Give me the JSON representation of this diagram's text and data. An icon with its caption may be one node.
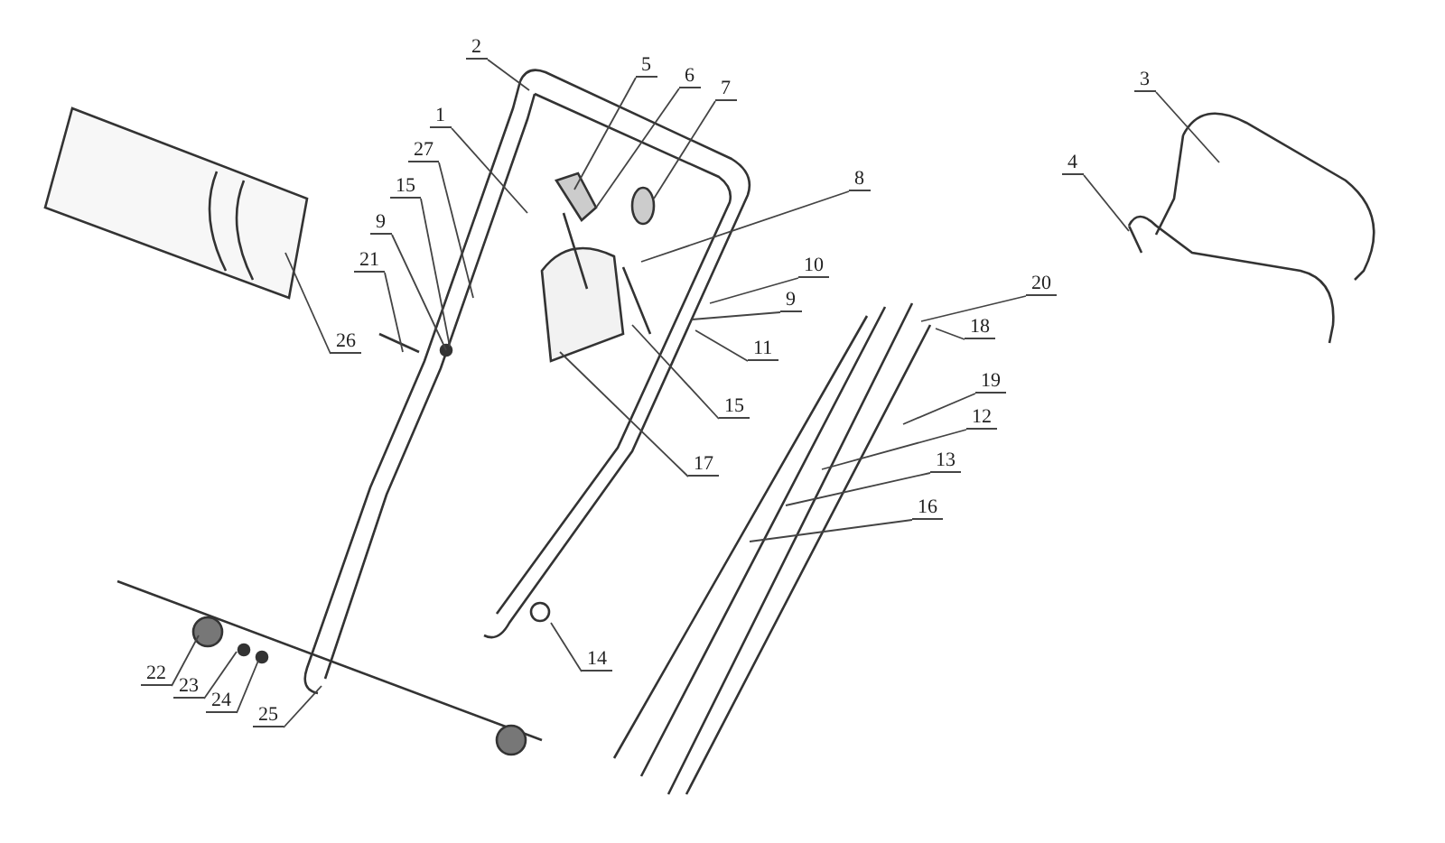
{
  "diagram": {
    "nodes": [
      {
        "text": [
          "2"
        ]
      },
      {
        "text": [
          "5"
        ]
      },
      {
        "text": [
          "6"
        ]
      },
      {
        "text": [
          "7"
        ]
      },
      {
        "text": [
          "3"
        ]
      },
      {
        "text": [
          "1"
        ]
      },
      {
        "text": [
          "27"
        ]
      },
      {
        "text": [
          "15"
        ]
      },
      {
        "text": [
          "4"
        ]
      },
      {
        "text": [
          "8"
        ]
      },
      {
        "text": [
          "9"
        ]
      },
      {
        "text": [
          "21"
        ]
      },
      {
        "text": [
          "10"
        ]
      },
      {
        "text": [
          "26"
        ]
      },
      {
        "text": [
          "9"
        ]
      },
      {
        "text": [
          "20"
        ]
      },
      {
        "text": [
          "18"
        ]
      },
      {
        "text": [
          "11"
        ]
      },
      {
        "text": [
          "19"
        ]
      },
      {
        "text": [
          "15"
        ]
      },
      {
        "text": [
          "12"
        ]
      },
      {
        "text": [
          "17"
        ]
      },
      {
        "text": [
          "13"
        ]
      },
      {
        "text": [
          "16"
        ]
      },
      {
        "text": [
          "14"
        ]
      },
      {
        "text": [
          "22"
        ]
      },
      {
        "text": [
          "23"
        ]
      },
      {
        "text": [
          "24"
        ]
      },
      {
        "text": [
          "25"
        ]
      }
    ],
    "edges": [
      {
        "from": 0,
        "to": null,
        "arrow": "none"
      },
      {
        "from": 1,
        "to": null,
        "arrow": "none"
      },
      {
        "from": 2,
        "to": null,
        "arrow": "none"
      },
      {
        "from": 3,
        "to": null,
        "arrow": "none"
      },
      {
        "from": 4,
        "to": null,
        "arrow": "none"
      },
      {
        "from": 5,
        "to": null,
        "arrow": "none"
      },
      {
        "from": 6,
        "to": null,
        "arrow": "none"
      },
      {
        "from": 7,
        "to": null,
        "arrow": "none"
      },
      {
        "from": 8,
        "to": null,
        "arrow": "none"
      },
      {
        "from": 9,
        "to": null,
        "arrow": "none"
      },
      {
        "from": 10,
        "to": null,
        "arrow": "none"
      },
      {
        "from": 11,
        "to": null,
        "arrow": "none"
      },
      {
        "from": 12,
        "to": null,
        "arrow": "none"
      },
      {
        "from": 13,
        "to": null,
        "arrow": "none"
      },
      {
        "from": 14,
        "to": null,
        "arrow": "none"
      },
      {
        "from": 15,
        "to": null,
        "arrow": "none"
      },
      {
        "from": 16,
        "to": null,
        "arrow": "none"
      },
      {
        "from": 17,
        "to": null,
        "arrow": "none"
      },
      {
        "from": 18,
        "to": null,
        "arrow": "none"
      },
      {
        "from": 19,
        "to": null,
        "arrow": "none"
      },
      {
        "from": 20,
        "to": null,
        "arrow": "none"
      },
      {
        "from": 21,
        "to": null,
        "arrow": "none"
      },
      {
        "from": 22,
        "to": null,
        "arrow": "none"
      },
      {
        "from": 23,
        "to": null,
        "arrow": "none"
      },
      {
        "from": 24,
        "to": null,
        "arrow": "none"
      },
      {
        "from": 25,
        "to": null,
        "arrow": "none"
      },
      {
        "from": 26,
        "to": null,
        "arrow": "none"
      },
      {
        "from": 27,
        "to": null,
        "arrow": "none"
      },
      {
        "from": 28,
        "to": null,
        "arrow": "none"
      }
    ]
  }
}
